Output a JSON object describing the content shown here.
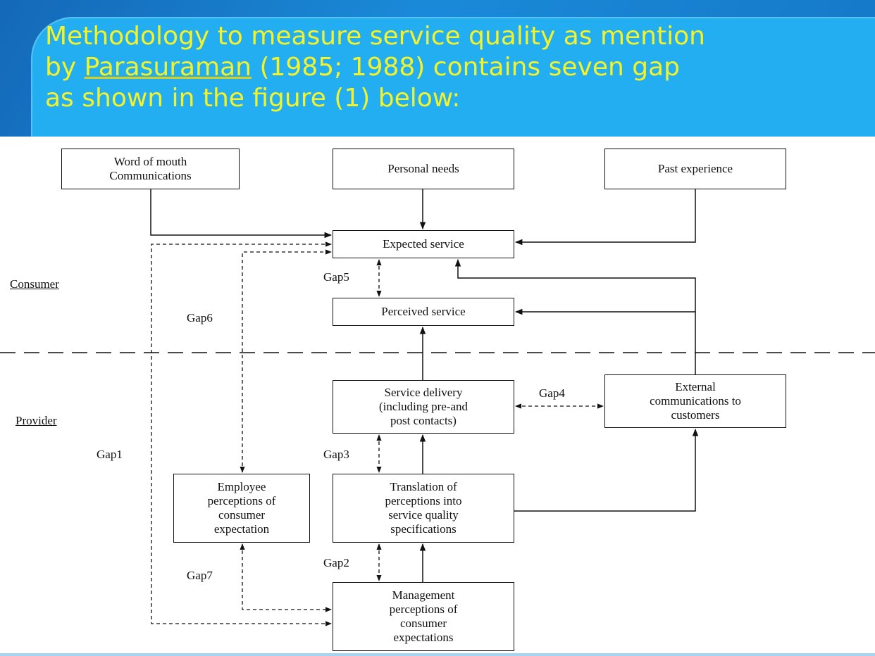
{
  "slide": {
    "title_line1": "Methodology to measure service quality as mention",
    "title_line2_pre": "by ",
    "title_line2_link": "Parasuraman",
    "title_line2_post": " (1985; 1988) contains seven gap",
    "title_line3": "as shown in the figure (1) below:"
  },
  "diagram": {
    "boxes": {
      "word_of_mouth": "Word of mouth\nCommunications",
      "personal_needs": "Personal needs",
      "past_experience": "Past experience",
      "expected_service": "Expected service",
      "perceived_service": "Perceived service",
      "service_delivery": "Service delivery\n(including pre-and\npost contacts)",
      "external_comms": "External\ncommunications to\ncustomers",
      "employee_perceptions": "Employee\nperceptions of\nconsumer\nexpectation",
      "translation": "Translation of\nperceptions into\nservice quality\nspecifications",
      "management": "Management\nperceptions of\nconsumer\nexpectations"
    },
    "sections": {
      "consumer": "Consumer",
      "provider": "Provider"
    },
    "gaps": {
      "gap1": "Gap1",
      "gap2": "Gap2",
      "gap3": "Gap3",
      "gap4": "Gap4",
      "gap5": "Gap5",
      "gap6": "Gap6",
      "gap7": "Gap7"
    }
  }
}
